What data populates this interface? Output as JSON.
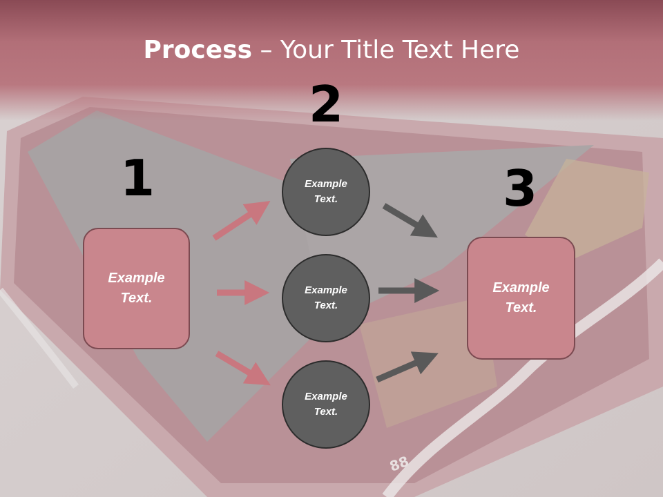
{
  "slide": {
    "title_bold": "Process",
    "title_rest": " – Your Title Text Here",
    "steps": [
      {
        "number": "1",
        "box_text_line1": "Example",
        "box_text_line2": "Text."
      },
      {
        "number": "2"
      },
      {
        "number": "3",
        "box_text_line1": "Example",
        "box_text_line2": "Text."
      }
    ],
    "circles": [
      {
        "line1": "Example",
        "line2": "Text."
      },
      {
        "line1": "Example",
        "line2": "Text."
      },
      {
        "line1": "Example",
        "line2": "Text."
      }
    ],
    "colors": {
      "title_band": "#b26f78",
      "box_fill": "#c9868d",
      "box_border": "#7b4a51",
      "circle_fill": "#5f5f5f",
      "pink_arrow": "#c9777f",
      "dark_arrow": "#595959"
    }
  }
}
